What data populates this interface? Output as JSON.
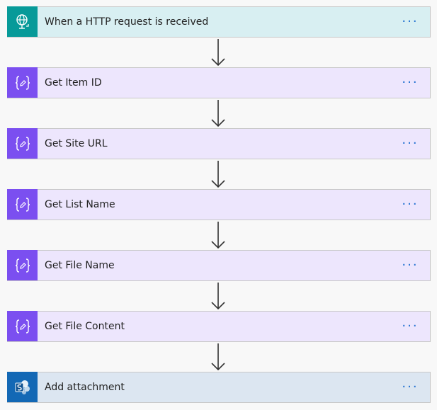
{
  "steps": [
    {
      "label": "When a HTTP request is received",
      "type": "http",
      "icon": "globe-request-icon"
    },
    {
      "label": "Get Item ID",
      "type": "var",
      "icon": "variable-braces-icon"
    },
    {
      "label": "Get Site URL",
      "type": "var",
      "icon": "variable-braces-icon"
    },
    {
      "label": "Get List Name",
      "type": "var",
      "icon": "variable-braces-icon"
    },
    {
      "label": "Get File Name",
      "type": "var",
      "icon": "variable-braces-icon"
    },
    {
      "label": "Get File Content",
      "type": "var",
      "icon": "variable-braces-icon"
    },
    {
      "label": "Add attachment",
      "type": "sp",
      "icon": "sharepoint-icon"
    }
  ],
  "more_label": "···",
  "colors": {
    "http_accent": "#079a99",
    "variable_accent": "#7b4ff0",
    "sharepoint_accent": "#1368b5",
    "more_dots": "#1f6fd1"
  }
}
